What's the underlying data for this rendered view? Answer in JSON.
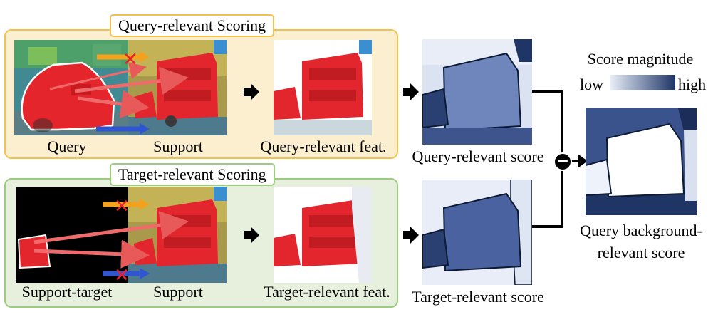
{
  "top_section": {
    "title": "Query-relevant Scoring",
    "query_label": "Query",
    "support_label": "Support",
    "feature_label": "Query-relevant feat.",
    "score_label": "Query-relevant score"
  },
  "bottom_section": {
    "title": "Target-relevant Scoring",
    "support_target_label": "Support-target",
    "support_label": "Support",
    "feature_label": "Target-relevant feat.",
    "score_label": "Target-relevant score"
  },
  "legend": {
    "title": "Score magnitude",
    "low_label": "low",
    "high_label": "high",
    "gradient_colors": [
      "#eaf0fa",
      "#1f3566"
    ]
  },
  "operator_symbol": "−",
  "result_label_line1": "Query background-",
  "result_label_line2": "relevant score",
  "colors": {
    "query_panel_fill": "#fcefcf",
    "query_panel_border": "#f2c24c",
    "target_panel_fill": "#e6f0dc",
    "target_panel_border": "#9ccc7e",
    "highlight_red": "#e8232b",
    "score_dark": "#2a3f72",
    "score_mid": "#6a80b8",
    "score_light": "#e3e9f5"
  }
}
